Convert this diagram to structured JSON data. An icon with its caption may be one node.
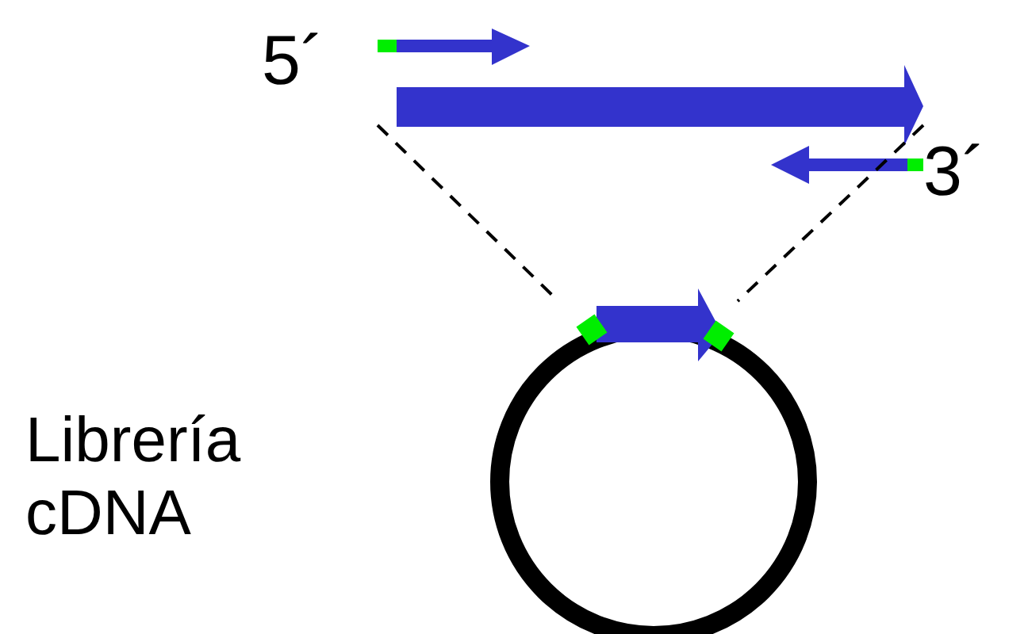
{
  "diagram": {
    "labels": [
      "5´",
      "3´",
      "Librería cDNA"
    ]
  }
}
